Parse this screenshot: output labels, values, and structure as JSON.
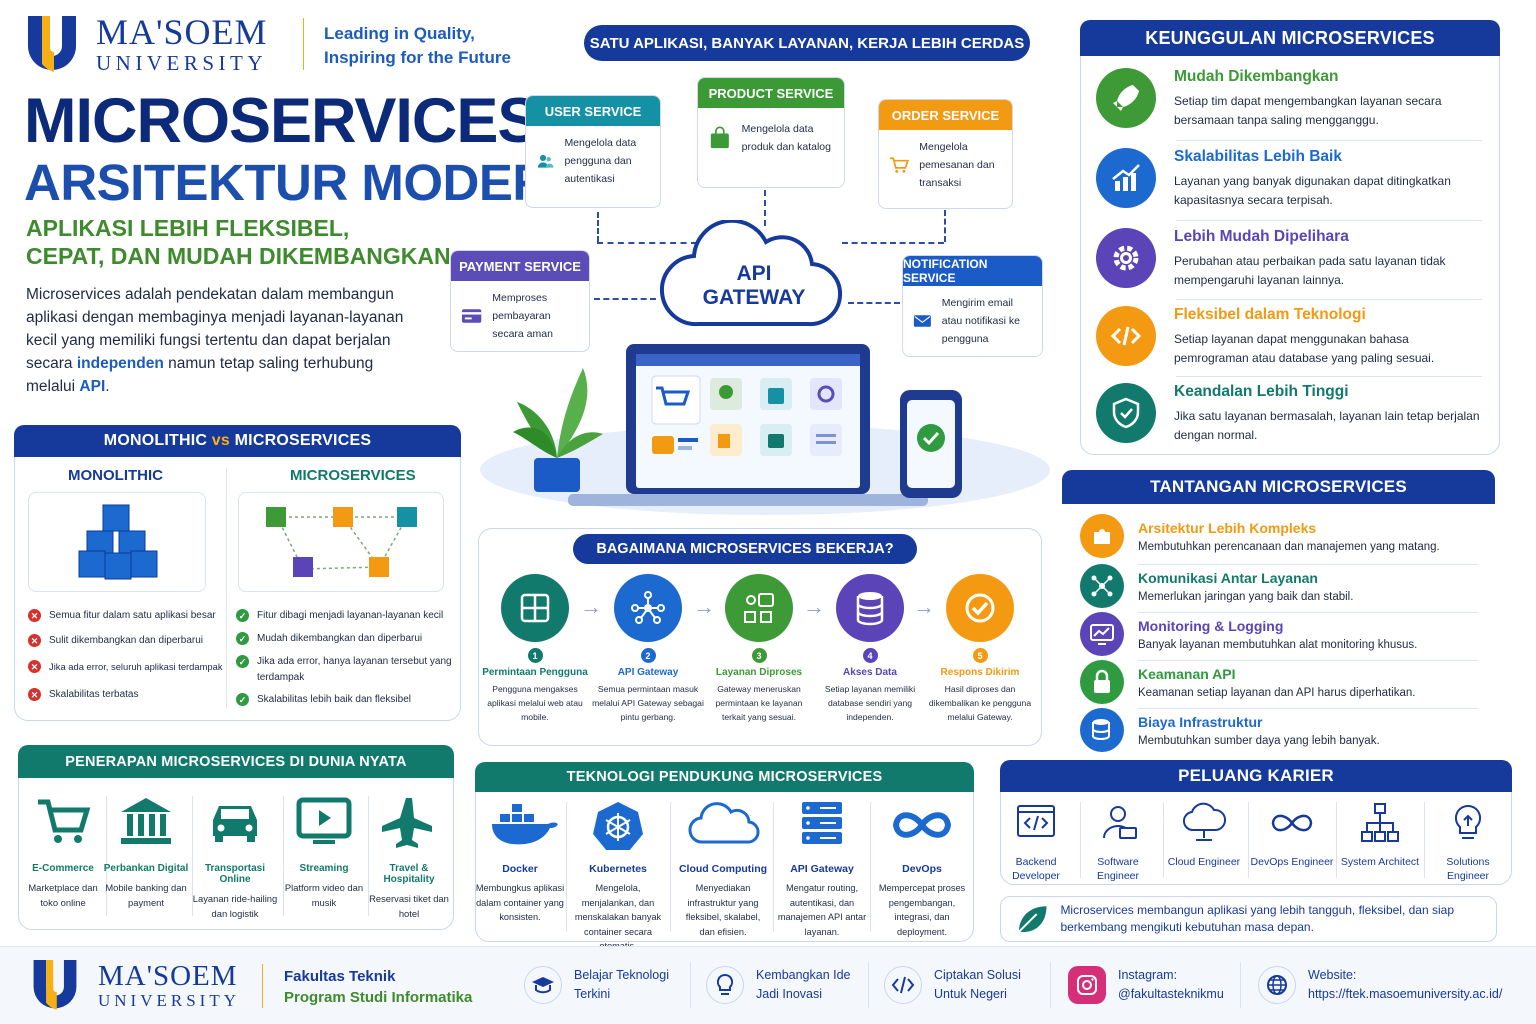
{
  "brand": {
    "name": "MA'SOEM",
    "sub": "UNIVERSITY",
    "tagline_1": "Leading in Quality,",
    "tagline_2": "Inspiring for the Future"
  },
  "hero": {
    "title_1": "MICROSERVICES:",
    "title_2": "ARSITEKTUR MODERN",
    "subtitle_1": "APLIKASI LEBIH FLEKSIBEL,",
    "subtitle_2": "CEPAT, DAN MUDAH DIKEMBANGKAN",
    "intro_a": "Microservices adalah pendekatan dalam membangun aplikasi dengan membaginya menjadi layanan-layanan kecil yang memiliki fungsi tertentu dan dapat berjalan secara ",
    "intro_b": "independen",
    "intro_c": " namun tetap saling terhubung melalui ",
    "intro_d": "API",
    "intro_e": "."
  },
  "center": {
    "banner": "SATU APLIKASI, BANYAK LAYANAN, KERJA LEBIH CERDAS",
    "gateway_1": "API",
    "gateway_2": "GATEWAY",
    "services": {
      "user": {
        "title": "USER SERVICE",
        "desc": "Mengelola data pengguna dan autentikasi",
        "color": "#1591a5"
      },
      "product": {
        "title": "PRODUCT SERVICE",
        "desc": "Mengelola data produk dan katalog",
        "color": "#3b9a35"
      },
      "order": {
        "title": "ORDER SERVICE",
        "desc": "Mengelola pemesanan dan transaksi",
        "color": "#f29a12"
      },
      "payment": {
        "title": "PAYMENT SERVICE",
        "desc": "Memproses pembayaran secara aman",
        "color": "#5b4cb8"
      },
      "notification": {
        "title": "NOTIFICATION SERVICE",
        "desc": "Mengirim email atau notifikasi ke pengguna",
        "color": "#1b5bc8"
      }
    }
  },
  "advantages": {
    "title": "KEUNGGULAN MICROSERVICES",
    "items": [
      {
        "title": "Mudah Dikembangkan",
        "desc": "Setiap tim dapat mengembangkan layanan secara bersamaan tanpa saling mengganggu.",
        "color": "#3e9a37",
        "icon": "rocket-icon"
      },
      {
        "title": "Skalabilitas Lebih Baik",
        "desc": "Layanan yang banyak digunakan dapat ditingkatkan kapasitasnya secara terpisah.",
        "color": "#1c6ad0",
        "icon": "chart-up-icon"
      },
      {
        "title": "Lebih Mudah Dipelihara",
        "desc": "Perubahan atau perbaikan pada satu layanan tidak mempengaruhi layanan lainnya.",
        "color": "#5a44b8",
        "icon": "gear-icon"
      },
      {
        "title": "Fleksibel dalam Teknologi",
        "desc": "Setiap layanan dapat menggunakan bahasa pemrograman atau database yang paling sesuai.",
        "color": "#f39a12",
        "icon": "code-icon"
      },
      {
        "title": "Keandalan Lebih Tinggi",
        "desc": "Jika satu layanan bermasalah, layanan lain tetap berjalan dengan normal.",
        "color": "#127a6c",
        "icon": "shield-icon"
      }
    ]
  },
  "challenges": {
    "title": "TANTANGAN MICROSERVICES",
    "items": [
      {
        "title": "Arsitektur Lebih Kompleks",
        "desc": "Membutuhkan perencanaan dan manajemen yang matang.",
        "color": "#f39a12",
        "icon": "puzzle-icon"
      },
      {
        "title": "Komunikasi Antar Layanan",
        "desc": "Memerlukan jaringan yang baik dan stabil.",
        "color": "#127a6c",
        "icon": "network-icon"
      },
      {
        "title": "Monitoring & Logging",
        "desc": "Banyak layanan membutuhkan alat monitoring khusus.",
        "color": "#5a44b8",
        "icon": "monitor-icon"
      },
      {
        "title": "Keamanan API",
        "desc": "Keamanan setiap layanan dan API harus diperhatikan.",
        "color": "#2f9a3f",
        "icon": "lock-icon"
      },
      {
        "title": "Biaya Infrastruktur",
        "desc": "Membutuhkan sumber daya yang lebih banyak.",
        "color": "#1c6ad0",
        "icon": "database-cost-icon"
      }
    ]
  },
  "compare": {
    "title_a": "MONOLITHIC ",
    "title_vs": "vs",
    "title_b": " MICROSERVICES",
    "mono_label": "MONOLITHIC",
    "micro_label": "MICROSERVICES",
    "mono_points": [
      "Semua fitur dalam satu aplikasi besar",
      "Sulit dikembangkan dan diperbarui",
      "Jika ada error, seluruh aplikasi terdampak",
      "Skalabilitas terbatas"
    ],
    "micro_points": [
      "Fitur dibagi menjadi layanan-layanan kecil",
      "Mudah dikembangkan dan diperbarui",
      "Jika ada error, hanya layanan tersebut yang terdampak",
      "Skalabilitas lebih baik dan fleksibel"
    ]
  },
  "how": {
    "title": "BAGAIMANA MICROSERVICES BEKERJA?",
    "steps": [
      {
        "num": "1",
        "title": "Permintaan Pengguna",
        "desc": "Pengguna mengakses aplikasi melalui web atau mobile.",
        "color": "#127a6c"
      },
      {
        "num": "2",
        "title": "API Gateway",
        "desc": "Semua permintaan masuk melalui API Gateway sebagai pintu gerbang.",
        "color": "#1c6ad0"
      },
      {
        "num": "3",
        "title": "Layanan Diproses",
        "desc": "Gateway meneruskan permintaan ke layanan terkait yang sesuai.",
        "color": "#3e9a37"
      },
      {
        "num": "4",
        "title": "Akses Data",
        "desc": "Setiap layanan memiliki database sendiri yang independen.",
        "color": "#5a44b8"
      },
      {
        "num": "5",
        "title": "Respons Dikirim",
        "desc": "Hasil diproses dan dikembalikan ke pengguna melalui Gateway.",
        "color": "#f39a12"
      }
    ]
  },
  "realworld": {
    "title": "PENERAPAN MICROSERVICES DI DUNIA NYATA",
    "items": [
      {
        "title": "E-Commerce",
        "desc": "Marketplace dan toko online",
        "icon": "cart-icon"
      },
      {
        "title": "Perbankan Digital",
        "desc": "Mobile banking dan payment",
        "icon": "bank-icon"
      },
      {
        "title": "Transportasi Online",
        "desc": "Layanan ride-hailing dan logistik",
        "icon": "car-icon"
      },
      {
        "title": "Streaming",
        "desc": "Platform video dan musik",
        "icon": "play-icon"
      },
      {
        "title": "Travel & Hospitality",
        "desc": "Reservasi tiket dan hotel",
        "icon": "plane-icon"
      }
    ]
  },
  "tech": {
    "title": "TEKNOLOGI PENDUKUNG MICROSERVICES",
    "items": [
      {
        "title": "Docker",
        "desc": "Membungkus aplikasi dalam container yang konsisten.",
        "icon": "docker-icon"
      },
      {
        "title": "Kubernetes",
        "desc": "Mengelola, menjalankan, dan menskalakan banyak container secara otomatis.",
        "icon": "kubernetes-icon"
      },
      {
        "title": "Cloud Computing",
        "desc": "Menyediakan infrastruktur yang fleksibel, skalabel, dan efisien.",
        "icon": "cloud-icon"
      },
      {
        "title": "API Gateway",
        "desc": "Mengatur routing, autentikasi, dan manajemen API antar layanan.",
        "icon": "server-icon"
      },
      {
        "title": "DevOps",
        "desc": "Mempercepat proses pengembangan, integrasi, dan deployment.",
        "icon": "infinity-icon"
      }
    ]
  },
  "careers": {
    "title": "PELUANG KARIER",
    "items": [
      {
        "title": "Backend Developer",
        "icon": "code-window-icon"
      },
      {
        "title": "Software Engineer",
        "icon": "engineer-icon"
      },
      {
        "title": "Cloud Engineer",
        "icon": "cloud-network-icon"
      },
      {
        "title": "DevOps Engineer",
        "icon": "devops-icon"
      },
      {
        "title": "System Architect",
        "icon": "hierarchy-icon"
      },
      {
        "title": "Solutions Engineer",
        "icon": "lightbulb-icon"
      }
    ],
    "quote": "Microservices membangun aplikasi yang lebih tangguh, fleksibel, dan siap berkembang mengikuti kebutuhan masa depan."
  },
  "footer": {
    "faculty": "Fakultas Teknik",
    "program": "Program Studi Informatika",
    "items": [
      {
        "line1": "Belajar Teknologi",
        "line2": "Terkini",
        "icon": "graduation-icon"
      },
      {
        "line1": "Kembangkan Ide",
        "line2": "Jadi Inovasi",
        "icon": "bulb-icon"
      },
      {
        "line1": "Ciptakan Solusi",
        "line2": "Untuk Negeri",
        "icon": "code-icon"
      },
      {
        "line1": "Instagram:",
        "line2": "@fakultasteknikmu",
        "icon": "instagram-icon"
      },
      {
        "line1": "Website:",
        "line2": "https://ftek.masoemuniversity.ac.id/",
        "icon": "globe-icon"
      }
    ]
  }
}
